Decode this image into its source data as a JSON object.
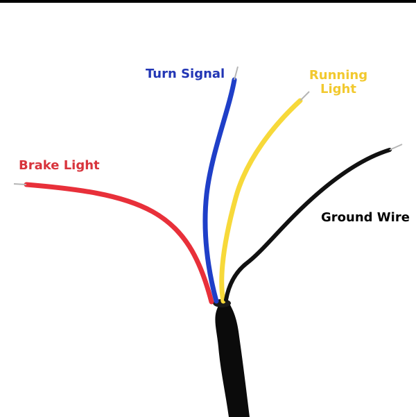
{
  "labels": {
    "brake": "Brake Light",
    "turn": "Turn Signal",
    "running_line1": "Running",
    "running_line2": "Light",
    "ground": "Ground Wire"
  },
  "colors": {
    "brake": "#e8303a",
    "turn": "#1f3fc8",
    "running": "#f7d93a",
    "ground": "#111111",
    "jacket": "#0b0b0b",
    "brake_label": "#d8343c",
    "turn_label": "#2236b5",
    "running_label": "#f2c92f",
    "ground_label": "#000000"
  }
}
